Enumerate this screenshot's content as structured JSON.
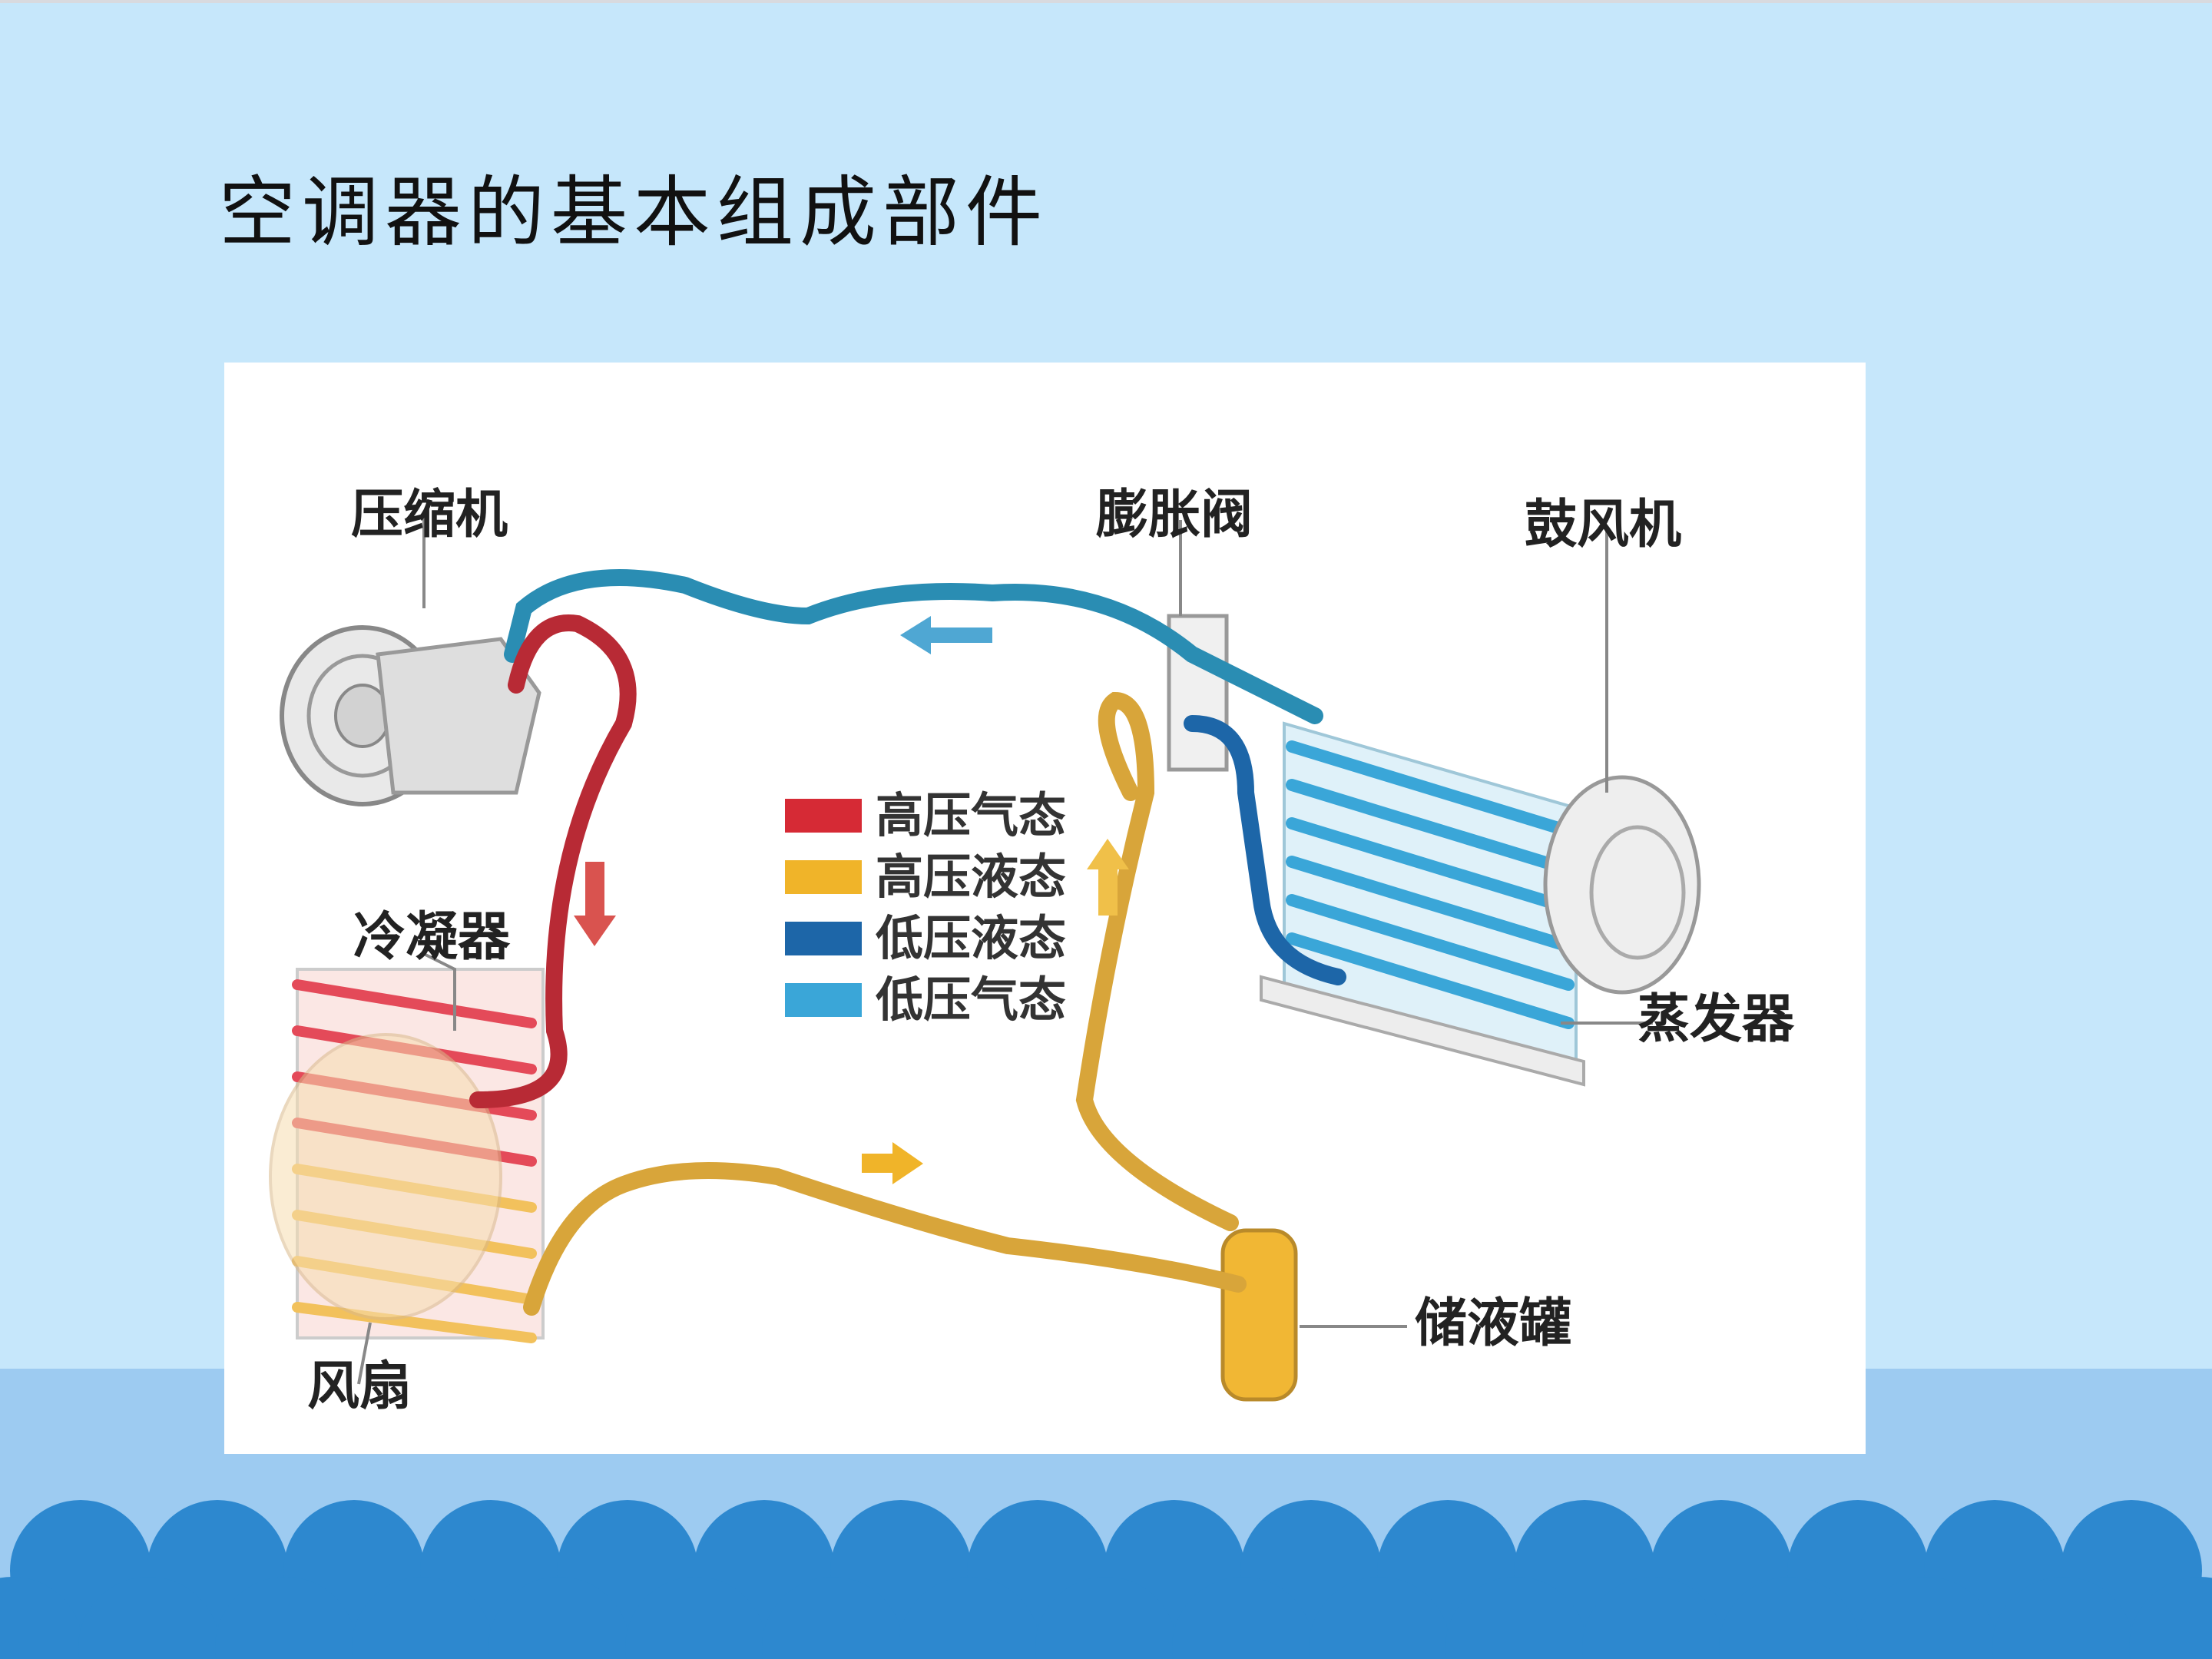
{
  "slide": {
    "title": "空调器的基本组成部件"
  },
  "diagram": {
    "labels": {
      "compressor": "压缩机",
      "expansion_valve": "膨胀阀",
      "blower": "鼓风机",
      "condenser": "冷凝器",
      "evaporator": "蒸发器",
      "receiver_drier": "储液罐",
      "fan": "风扇"
    },
    "legend": [
      {
        "label": "高压气态",
        "color": "#d62a35"
      },
      {
        "label": "高压液态",
        "color": "#f0b429"
      },
      {
        "label": "低压液态",
        "color": "#1d66a8"
      },
      {
        "label": "低压气态",
        "color": "#3aa6d8"
      }
    ]
  },
  "theme": {
    "background": "#c6e7fb",
    "footer_band": "#9dcbf1",
    "scallop": "#2d88cf"
  }
}
